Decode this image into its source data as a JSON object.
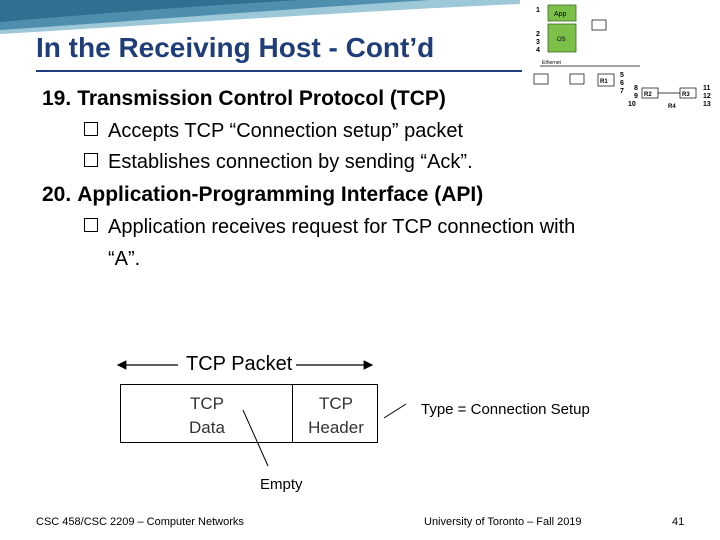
{
  "slide": {
    "title": "In the Receiving Host - Cont’d",
    "items": [
      {
        "number": "19.",
        "text": "Transmission Control Protocol (TCP)",
        "bullets": [
          "Accepts TCP “Connection setup” packet",
          "Establishes connection by sending “Ack”."
        ]
      },
      {
        "number": "20.",
        "text": "Application-Programming Interface (API)",
        "bullets": [
          "Application receives request for TCP connection with",
          "“A”."
        ]
      }
    ]
  },
  "diagram": {
    "packet_label": "TCP Packet",
    "cell_data_line1": "TCP",
    "cell_data_line2": "Data",
    "cell_header_line1": "TCP",
    "cell_header_line2": "Header",
    "type_label": "Type = Connection Setup",
    "empty_label": "Empty"
  },
  "thumbnail": {
    "app": "App",
    "os": "OS",
    "ethernet": "Ethernet",
    "r1": "R1",
    "r2": "R2",
    "r3": "R3",
    "r4": "R4",
    "nums_left": [
      "1",
      "2",
      "3",
      "4"
    ],
    "nums_mid": [
      "5",
      "6",
      "7"
    ],
    "nums_mid2": [
      "8",
      "9",
      "10"
    ],
    "nums_right": [
      "11",
      "12",
      "13"
    ]
  },
  "footer": {
    "left": "CSC 458/CSC 2209 – Computer Networks",
    "center": "University of Toronto – Fall 2019",
    "page": "41"
  },
  "colors": {
    "title": "#1f3d7a",
    "swoosh_dark": "#2f6f8f",
    "swoosh_light": "#9cc8d8",
    "app_green": "#7cc04a"
  }
}
